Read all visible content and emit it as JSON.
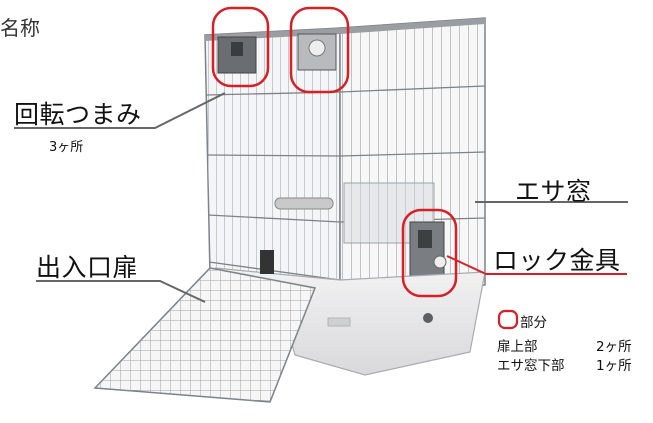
{
  "header": {
    "title": "名称"
  },
  "labels": {
    "knob": {
      "name": "回転つまみ",
      "count": "3ヶ所"
    },
    "feed_window": {
      "name": "エサ窓"
    },
    "lock_fitting": {
      "name": "ロック金具"
    },
    "door": {
      "name": "出入口扉"
    }
  },
  "legend": {
    "marker_caption": "部分",
    "lines": [
      {
        "place": "扉上部",
        "count": "2ヶ所"
      },
      {
        "place": "エサ窓下部",
        "count": "1ヶ所"
      }
    ]
  },
  "colors": {
    "highlight": "#d62027",
    "leader_line": "#666666",
    "wire": "#8a8f94",
    "tray": "#e9e9ea"
  }
}
